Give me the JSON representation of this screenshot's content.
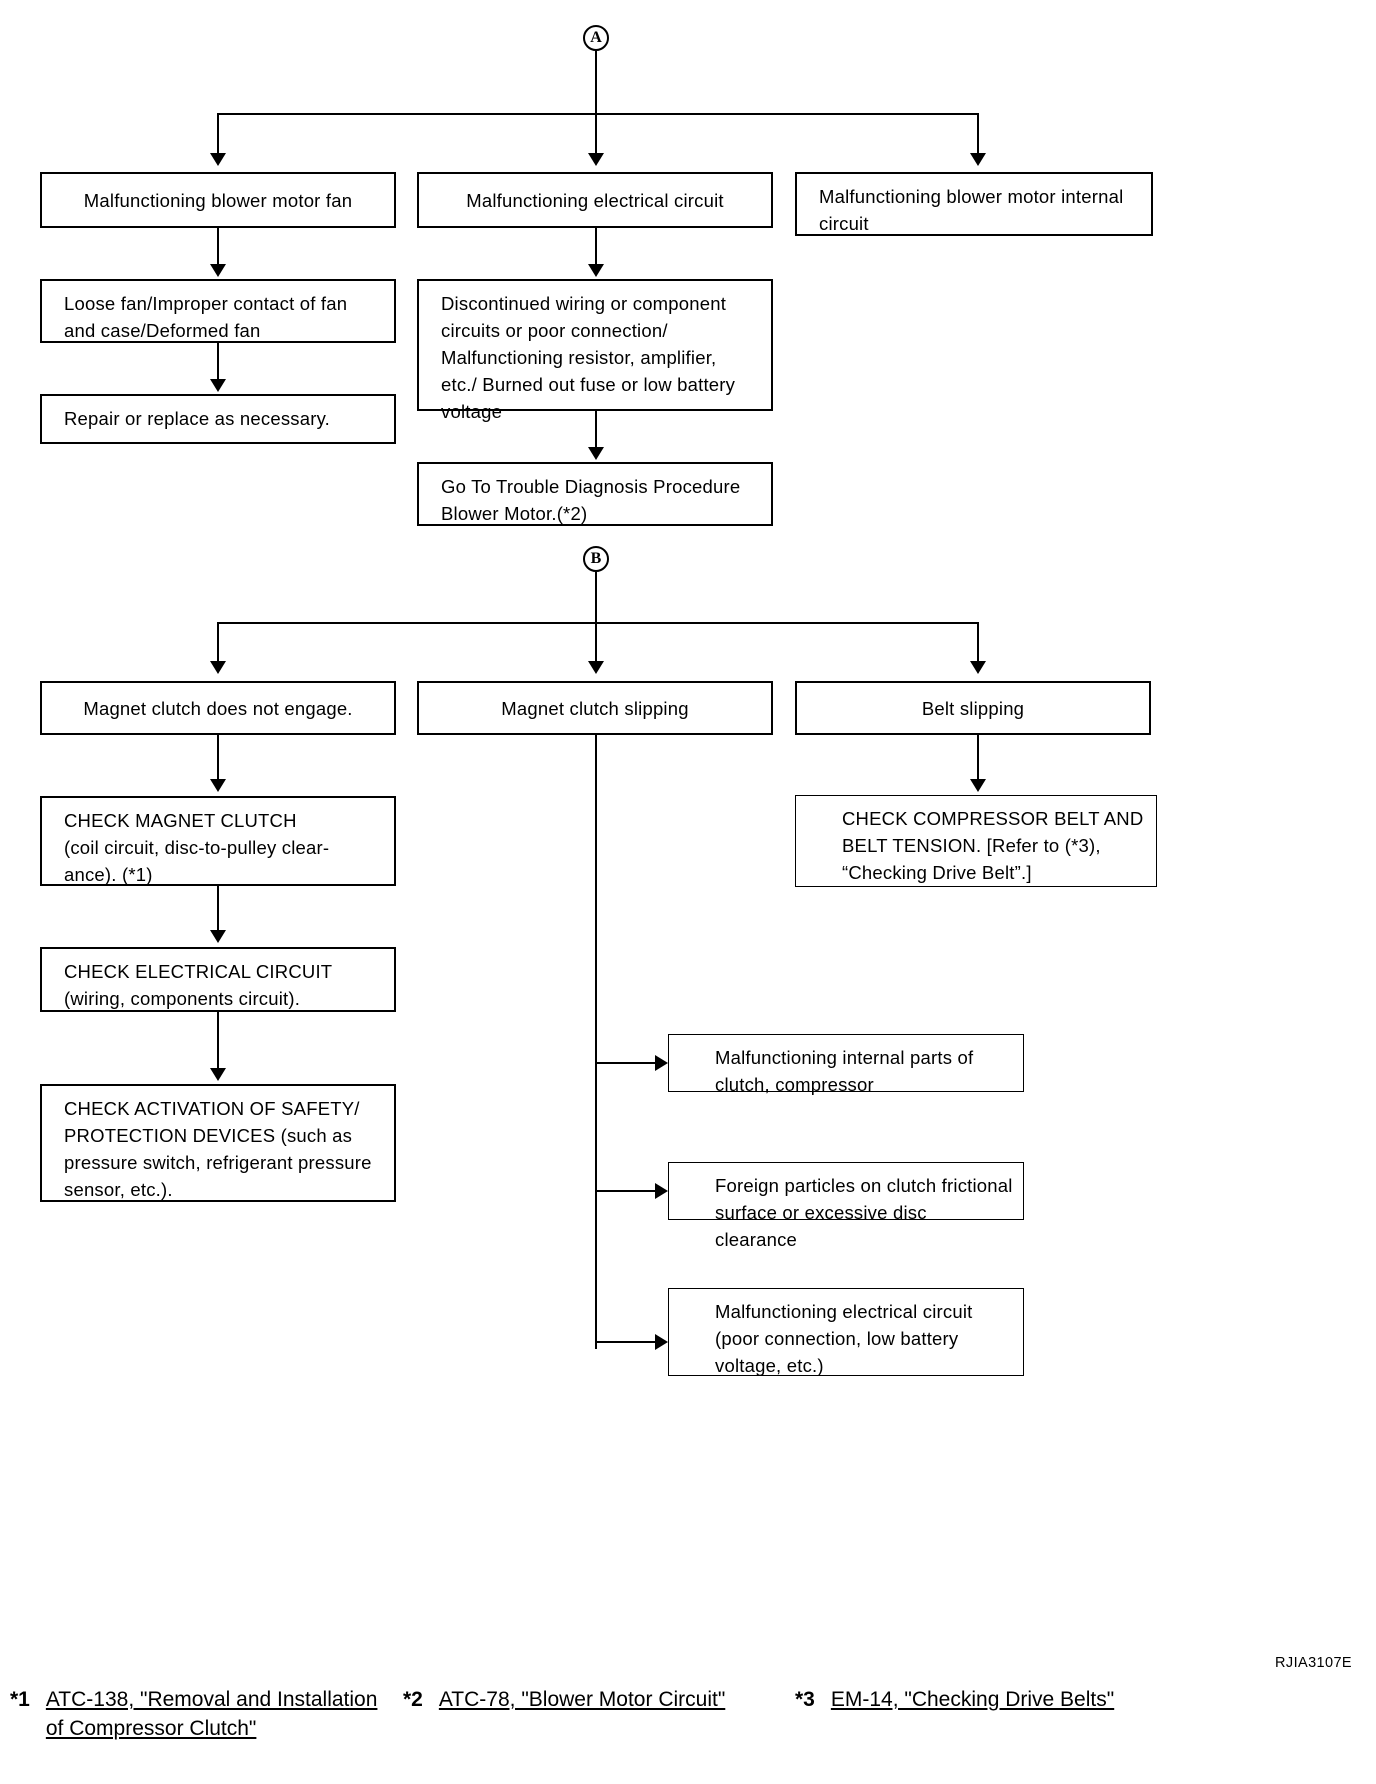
{
  "diagram": {
    "plate_code": "RJIA3107E",
    "connectors": [
      {
        "id": "connector-a",
        "label": "A"
      },
      {
        "id": "connector-b",
        "label": "B"
      }
    ],
    "section_a": {
      "branch_boxes": [
        {
          "id": "malfunctioning-blower-motor-fan",
          "text": "Malfunctioning blower motor fan"
        },
        {
          "id": "malfunctioning-electrical-circuit",
          "text": "Malfunctioning electrical circuit"
        },
        {
          "id": "malfunctioning-blower-motor-internal-circuit",
          "text": "Malfunctioning blower motor internal\ncircuit"
        }
      ],
      "left_chain": [
        {
          "id": "loose-fan-improper-contact",
          "text": "Loose fan/Improper contact of fan\nand case/Deformed fan"
        },
        {
          "id": "repair-or-replace",
          "text": "Repair or replace as necessary."
        }
      ],
      "middle_chain": [
        {
          "id": "discontinued-wiring",
          "text": "Discontinued wiring or component\ncircuits or poor connection/\nMalfunctioning resistor, amplifier,\netc./ Burned out fuse or low battery\nvoltage"
        },
        {
          "id": "go-to-trouble-diagnosis",
          "text": "Go To Trouble Diagnosis Procedure\nBlower Motor.(*2)"
        }
      ]
    },
    "section_b": {
      "branch_boxes": [
        {
          "id": "magnet-clutch-does-not-engage",
          "text": "Magnet clutch does not engage."
        },
        {
          "id": "magnet-clutch-slipping",
          "text": "Magnet clutch slipping"
        },
        {
          "id": "belt-slipping",
          "text": "Belt slipping"
        }
      ],
      "left_chain": [
        {
          "id": "check-magnet-clutch",
          "text": "CHECK MAGNET CLUTCH\n(coil circuit, disc-to-pulley clear-\nance).  (*1)"
        },
        {
          "id": "check-electrical-circuit",
          "text": "CHECK ELECTRICAL CIRCUIT\n(wiring, components circuit)."
        },
        {
          "id": "check-activation-of-safety",
          "text": "CHECK ACTIVATION OF SAFETY/\nPROTECTION DEVICES (such as\npressure switch, refrigerant pressure\nsensor, etc.)."
        }
      ],
      "middle_causes": [
        {
          "id": "malfunctioning-internal-parts",
          "text": "Malfunctioning internal parts of\nclutch, compressor"
        },
        {
          "id": "foreign-particles-on-clutch",
          "text": "Foreign particles on clutch frictional\nsurface or excessive disc clearance"
        },
        {
          "id": "malfunctioning-electrical-circuit-clutch",
          "text": "Malfunctioning electrical circuit\n(poor connection, low battery\nvoltage, etc.)"
        }
      ],
      "right_chain": [
        {
          "id": "check-compressor-belt",
          "text": "CHECK COMPRESSOR BELT AND\nBELT TENSION. [Refer to (*3),\n  “Checking Drive Belt”.]"
        }
      ]
    },
    "footnotes": [
      {
        "mark": "*1",
        "text": "ATC-138, \"Removal and Installation\nof Compressor Clutch\""
      },
      {
        "mark": "*2",
        "text": "ATC-78, \"Blower Motor Circuit\""
      },
      {
        "mark": "*3",
        "text": "EM-14, \"Checking Drive Belts\""
      }
    ]
  }
}
